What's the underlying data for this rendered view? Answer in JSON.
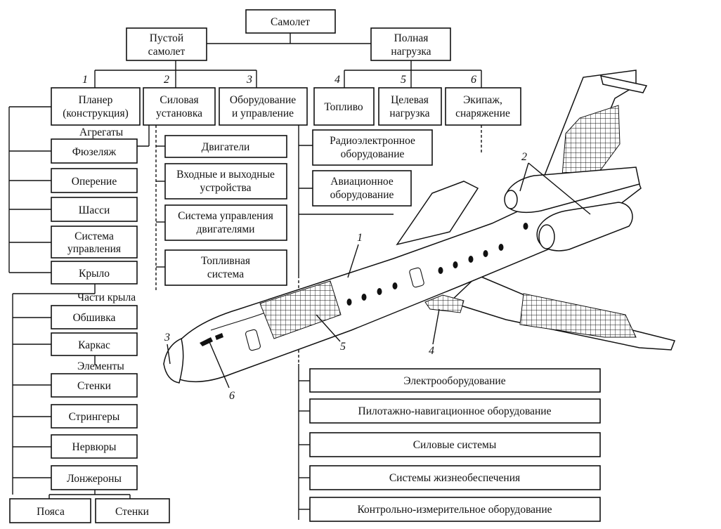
{
  "root": "Самолет",
  "level1": {
    "empty": [
      "Пустой",
      "самолет"
    ],
    "payload": [
      "Полная",
      "нагрузка"
    ]
  },
  "groups": [
    {
      "num": "1",
      "lines": [
        "Планер",
        "(конструкция)"
      ]
    },
    {
      "num": "2",
      "lines": [
        "Силовая",
        "установка"
      ]
    },
    {
      "num": "3",
      "lines": [
        "Оборудование",
        "и управление"
      ]
    },
    {
      "num": "4",
      "lines": [
        "Топливо"
      ]
    },
    {
      "num": "5",
      "lines": [
        "Целевая",
        "нагрузка"
      ]
    },
    {
      "num": "6",
      "lines": [
        "Экипаж,",
        "снаряжение"
      ]
    }
  ],
  "airframe": {
    "units_label": "Агрегаты",
    "units": [
      {
        "lines": [
          "Фюзеляж"
        ]
      },
      {
        "lines": [
          "Оперение"
        ]
      },
      {
        "lines": [
          "Шасси"
        ]
      },
      {
        "lines": [
          "Система",
          "управления"
        ]
      },
      {
        "lines": [
          "Крыло"
        ]
      }
    ],
    "wing_parts_label": "Части крыла",
    "wing_parts": [
      "Обшивка",
      "Каркас"
    ],
    "elements_label": "Элементы",
    "elements": [
      "Стенки",
      "Стрингеры",
      "Нервюры",
      "Лонжероны"
    ],
    "spar_parts": [
      "Пояса",
      "Стенки"
    ]
  },
  "powerplant": [
    {
      "lines": [
        "Двигатели"
      ]
    },
    {
      "lines": [
        "Входные и выходные",
        "устройства"
      ]
    },
    {
      "lines": [
        "Система управления",
        "двигателями"
      ]
    },
    {
      "lines": [
        "Топливная",
        "система"
      ]
    }
  ],
  "equipment_upper": [
    {
      "lines": [
        "Радиоэлектронное",
        "оборудование"
      ]
    },
    {
      "lines": [
        "Авиационное",
        "оборудование"
      ]
    }
  ],
  "equipment_lower": [
    "Электрооборудование",
    "Пилотажно-навигационное оборудование",
    "Силовые системы",
    "Системы жизнеобеспечения",
    "Контрольно-измерительное оборудование"
  ],
  "aircraft_callouts": [
    "1",
    "2",
    "3",
    "4",
    "5",
    "6"
  ]
}
